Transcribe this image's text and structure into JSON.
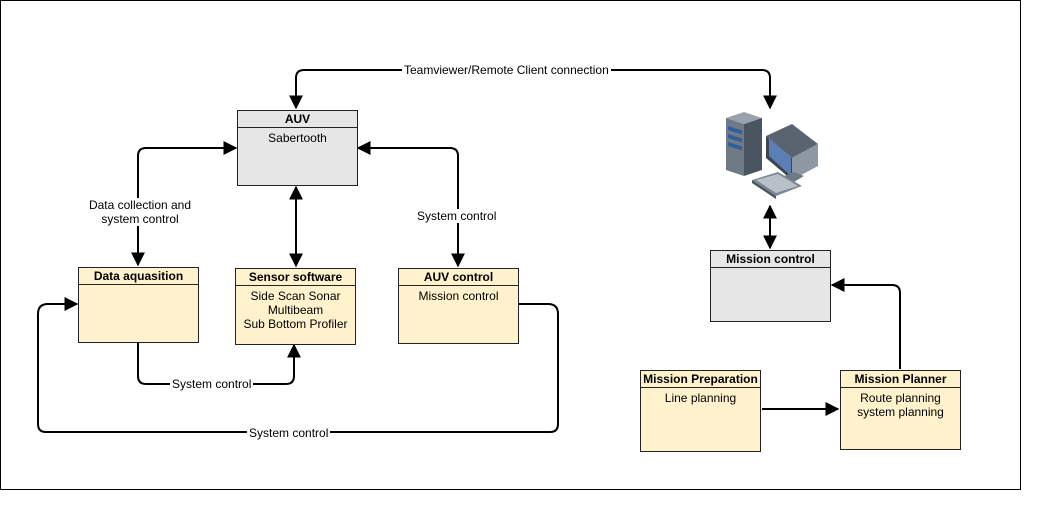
{
  "boxes": {
    "auv": {
      "title": "AUV",
      "lines": [
        "Sabertooth"
      ]
    },
    "data_aquisition": {
      "title": "Data aquasition",
      "lines": []
    },
    "sensor_software": {
      "title": "Sensor software",
      "lines": [
        "Side Scan Sonar",
        "Multibeam",
        "Sub Bottom Profiler"
      ]
    },
    "auv_control": {
      "title": "AUV control",
      "lines": [
        "Mission control"
      ]
    },
    "mission_control": {
      "title": "Mission control",
      "lines": []
    },
    "mission_preparation": {
      "title": "Mission Preparation",
      "lines": [
        "Line planning"
      ]
    },
    "mission_planner": {
      "title": "Mission Planner",
      "lines": [
        "Route planning",
        "system planning"
      ]
    }
  },
  "edge_labels": {
    "teamviewer": "Teamviewer/Remote Client connection",
    "data_collection_1": "Data collection and",
    "data_collection_2": "system control",
    "system_control_auv": "System control",
    "system_control_sensor": "System control",
    "system_control_loop": "System control"
  },
  "icons": {
    "computer": "desktop-computer-icon"
  },
  "colors": {
    "grey_fill": "#e6e6e6",
    "yellow_fill": "#fff2cc",
    "line": "#000000"
  }
}
